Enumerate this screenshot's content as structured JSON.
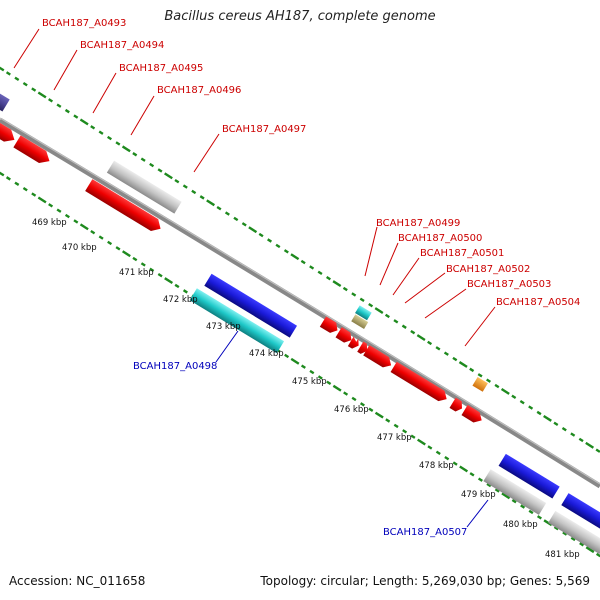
{
  "title": "Bacillus cereus AH187, complete genome",
  "footer": {
    "accession": "Accession: NC_011658",
    "stats": "Topology: circular; Length: 5,269,030 bp; Genes: 5,569"
  },
  "colors": {
    "red_gene": "#ee0000",
    "blue_gene": "#1a1ad8",
    "navy_gene": "#4b4494",
    "cyan_gene": "#1ec8c8",
    "gray_gene": "#c4c4c4",
    "tan_gene": "#b5a86a",
    "orange_gene": "#f39a1a",
    "backbone": "#888888",
    "tick": "#1e8a1e",
    "label_red": "#cc0000",
    "label_blue": "#0000bb"
  },
  "kbp_ticks": [
    {
      "label": "469 kbp"
    },
    {
      "label": "470 kbp"
    },
    {
      "label": "471 kbp"
    },
    {
      "label": "472 kbp"
    },
    {
      "label": "473 kbp"
    },
    {
      "label": "474 kbp"
    },
    {
      "label": "475 kbp"
    },
    {
      "label": "476 kbp"
    },
    {
      "label": "477 kbp"
    },
    {
      "label": "478 kbp"
    },
    {
      "label": "479 kbp"
    },
    {
      "label": "480 kbp"
    },
    {
      "label": "481 kbp"
    }
  ],
  "gene_labels": [
    {
      "name": "BCAH187_A0493",
      "color": "red"
    },
    {
      "name": "BCAH187_A0494",
      "color": "red"
    },
    {
      "name": "BCAH187_A0495",
      "color": "red"
    },
    {
      "name": "BCAH187_A0496",
      "color": "red"
    },
    {
      "name": "BCAH187_A0497",
      "color": "red"
    },
    {
      "name": "BCAH187_A0499",
      "color": "red"
    },
    {
      "name": "BCAH187_A0500",
      "color": "red"
    },
    {
      "name": "BCAH187_A0501",
      "color": "red"
    },
    {
      "name": "BCAH187_A0502",
      "color": "red"
    },
    {
      "name": "BCAH187_A0503",
      "color": "red"
    },
    {
      "name": "BCAH187_A0504",
      "color": "red"
    },
    {
      "name": "BCAH187_A0498",
      "color": "blue"
    },
    {
      "name": "BCAH187_A0507",
      "color": "blue"
    }
  ]
}
